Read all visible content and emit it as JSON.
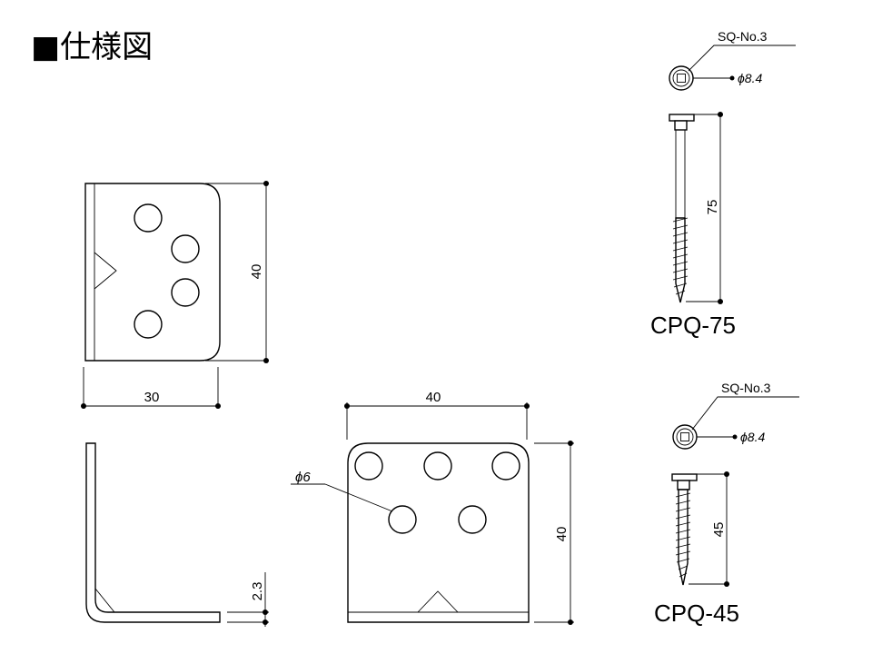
{
  "title": "■仕様図",
  "bracket": {
    "side_height": "40",
    "side_width": "30",
    "thickness": "2.3",
    "front_width": "40",
    "front_height": "40",
    "hole_diameter": "ϕ6"
  },
  "screws": [
    {
      "model": "CPQ-75",
      "drive": "SQ-No.3",
      "head_diameter": "ϕ8.4",
      "length": "75"
    },
    {
      "model": "CPQ-45",
      "drive": "SQ-No.3",
      "head_diameter": "ϕ8.4",
      "length": "45"
    }
  ]
}
